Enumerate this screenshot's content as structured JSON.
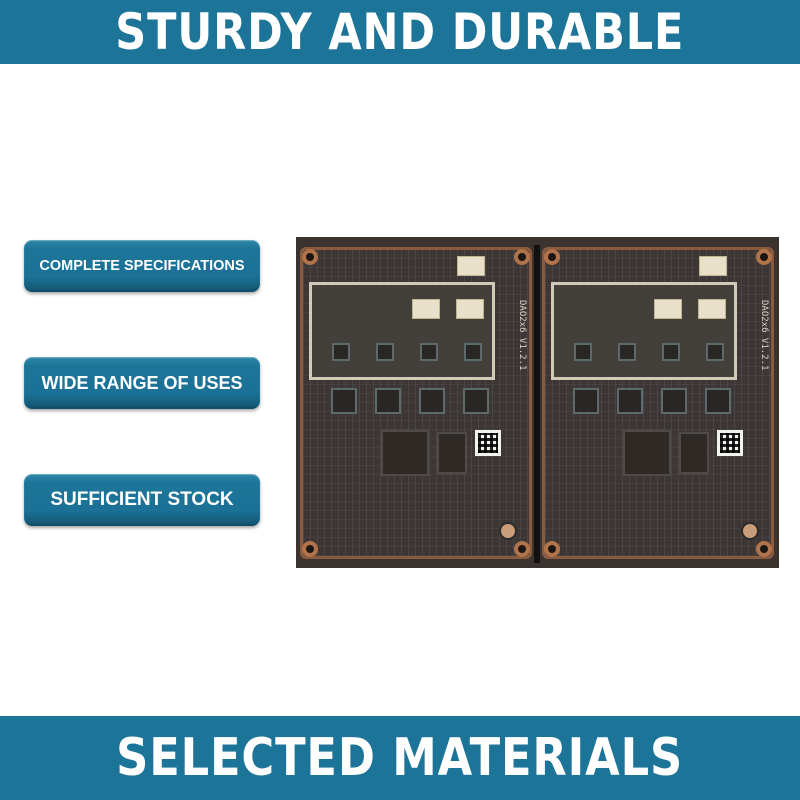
{
  "header": {
    "title": "STURDY AND DURABLE"
  },
  "features": [
    {
      "label": "COMPLETE SPECIFICATIONS"
    },
    {
      "label": "WIDE RANGE OF USES"
    },
    {
      "label": "SUFFICIENT STOCK"
    }
  ],
  "product_image": {
    "alt": "Two identical dark PCB circuit boards side by side",
    "board_label": "DAO2x6 V1.2.1"
  },
  "footer": {
    "title": "SELECTED MATERIALS"
  },
  "colors": {
    "accent": "#1c7598",
    "background": "#ffffff",
    "text_on_accent": "#ffffff"
  }
}
